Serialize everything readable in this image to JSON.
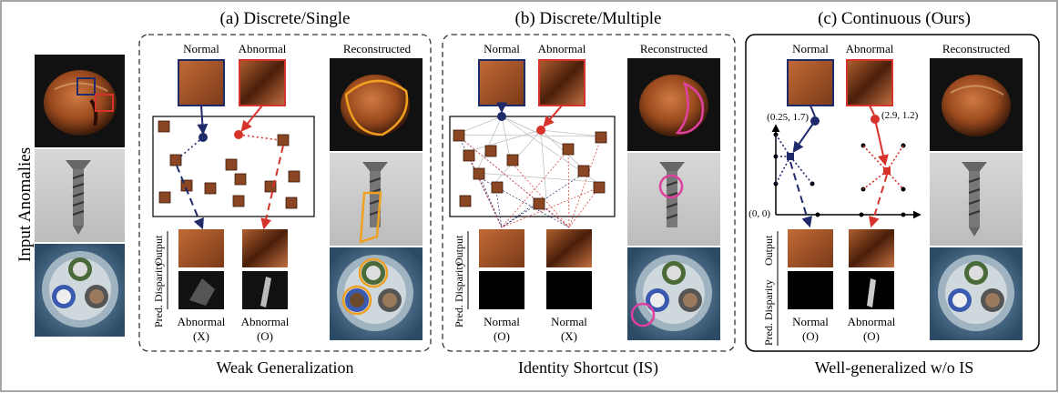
{
  "side_label": "Input Anomalies",
  "panels": [
    {
      "title": "(a) Discrete/Single",
      "caption": "Weak Generalization",
      "normal_label": "Normal",
      "abnormal_label": "Abnormal",
      "reconstructed_label": "Reconstructed",
      "output_label": "Output",
      "disparity_label": "Pred. Disparity",
      "results": [
        {
          "label": "Abnormal",
          "mark": "(X)",
          "color": "#d7322b"
        },
        {
          "label": "Abnormal",
          "mark": "(O)",
          "color": "#000000"
        }
      ]
    },
    {
      "title": "(b) Discrete/Multiple",
      "caption": "Identity Shortcut (IS)",
      "normal_label": "Normal",
      "abnormal_label": "Abnormal",
      "reconstructed_label": "Reconstructed",
      "output_label": "Output",
      "disparity_label": "Pred. Disparity",
      "results": [
        {
          "label": "Normal",
          "mark": "(O)",
          "color": "#000000"
        },
        {
          "label": "Normal",
          "mark": "(X)",
          "color": "#d7322b"
        }
      ]
    },
    {
      "title": "(c) Continuous (Ours)",
      "caption": "Well-generalized w/o IS",
      "normal_label": "Normal",
      "abnormal_label": "Abnormal",
      "reconstructed_label": "Reconstructed",
      "output_label": "Output",
      "disparity_label": "Pred. Disparity",
      "coords": {
        "normal": "(0.25, 1.7)",
        "abnormal": "(2.9, 1.2)",
        "origin": "(0, 0)"
      },
      "results": [
        {
          "label": "Normal",
          "mark": "(O)",
          "color": "#000000"
        },
        {
          "label": "Abnormal",
          "mark": "(O)",
          "color": "#000000"
        }
      ]
    }
  ],
  "colors": {
    "normal": "#1f2a6b",
    "abnormal": "#d7322b",
    "highlight_orange": "#f0a020",
    "highlight_pink": "#e040a0",
    "patch": "#a5552a",
    "patch_dark": "#5a2a14"
  }
}
